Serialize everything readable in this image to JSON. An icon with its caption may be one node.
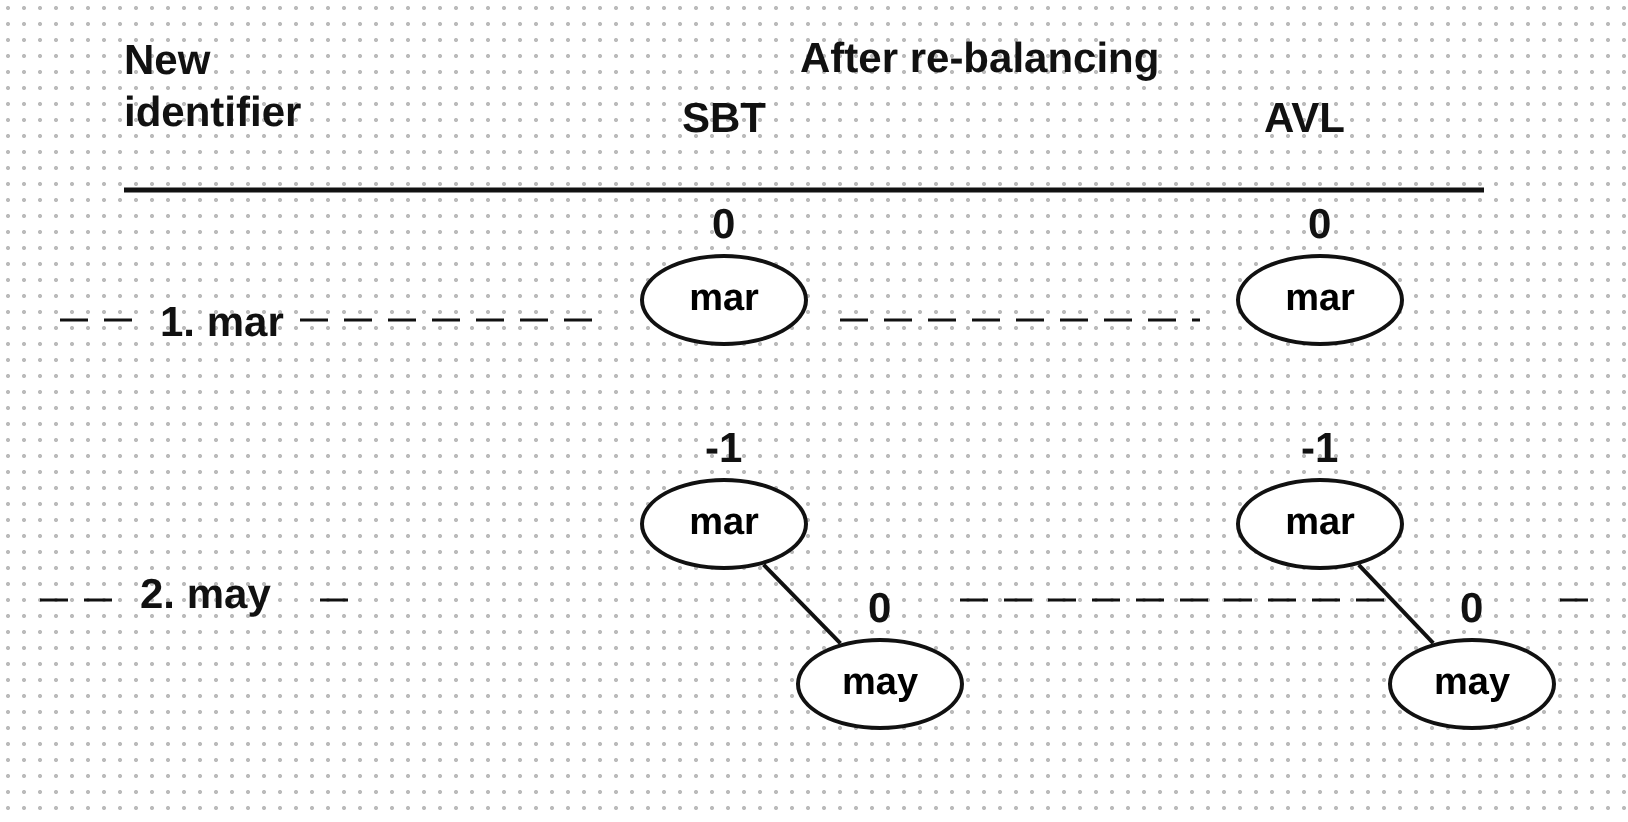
{
  "diagram": {
    "nodes": [
      {
        "text": [
          "mar"
        ],
        "beside": [
          "0"
        ]
      },
      {
        "text": [
          "mar"
        ],
        "beside": [
          "0"
        ]
      },
      {
        "text": [
          "mar"
        ],
        "beside": [
          "-1"
        ]
      },
      {
        "text": [
          "may"
        ],
        "beside": [
          "0"
        ]
      },
      {
        "text": [
          "mar"
        ],
        "beside": [
          "-1"
        ]
      },
      {
        "text": [
          "may"
        ],
        "beside": [
          "0"
        ]
      }
    ],
    "edges": [
      {
        "from": 2,
        "to": 3,
        "arrow": "none"
      },
      {
        "from": 4,
        "to": 5,
        "arrow": "none"
      }
    ],
    "labels": [
      "New identifier",
      "After re-balancing",
      "SBT",
      "AVL",
      "1. mar",
      "2. may"
    ]
  }
}
